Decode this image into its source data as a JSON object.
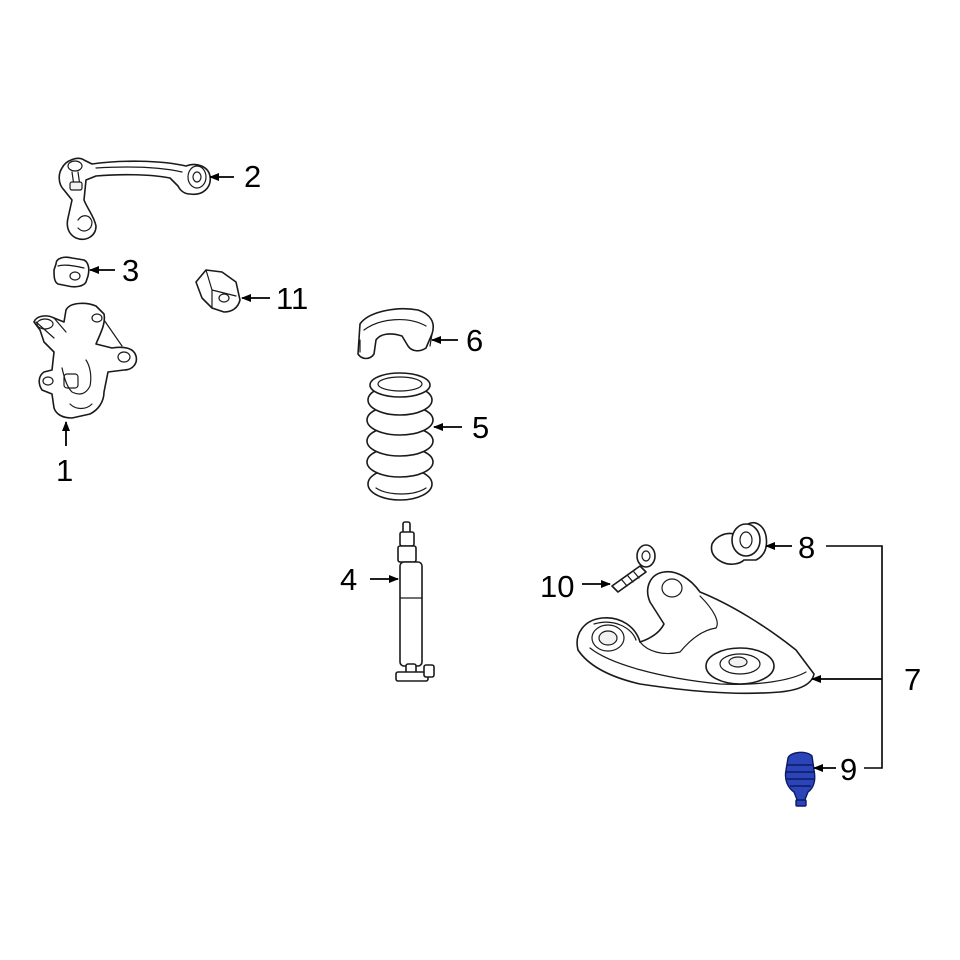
{
  "highlight_color": "#2b44b8",
  "parts": [
    {
      "id": "1",
      "label": "1",
      "icon": "steering-knuckle-icon"
    },
    {
      "id": "2",
      "label": "2",
      "icon": "upper-control-arm-icon"
    },
    {
      "id": "3",
      "label": "3",
      "icon": "bushing-icon"
    },
    {
      "id": "4",
      "label": "4",
      "icon": "shock-absorber-icon"
    },
    {
      "id": "5",
      "label": "5",
      "icon": "coil-spring-icon"
    },
    {
      "id": "6",
      "label": "6",
      "icon": "spring-insulator-icon"
    },
    {
      "id": "7",
      "label": "7",
      "icon": "lower-control-arm-icon"
    },
    {
      "id": "8",
      "label": "8",
      "icon": "bushing-icon"
    },
    {
      "id": "9",
      "label": "9",
      "icon": "ball-joint-icon",
      "highlighted": true
    },
    {
      "id": "10",
      "label": "10",
      "icon": "bolt-icon"
    },
    {
      "id": "11",
      "label": "11",
      "icon": "bump-stop-icon"
    }
  ]
}
